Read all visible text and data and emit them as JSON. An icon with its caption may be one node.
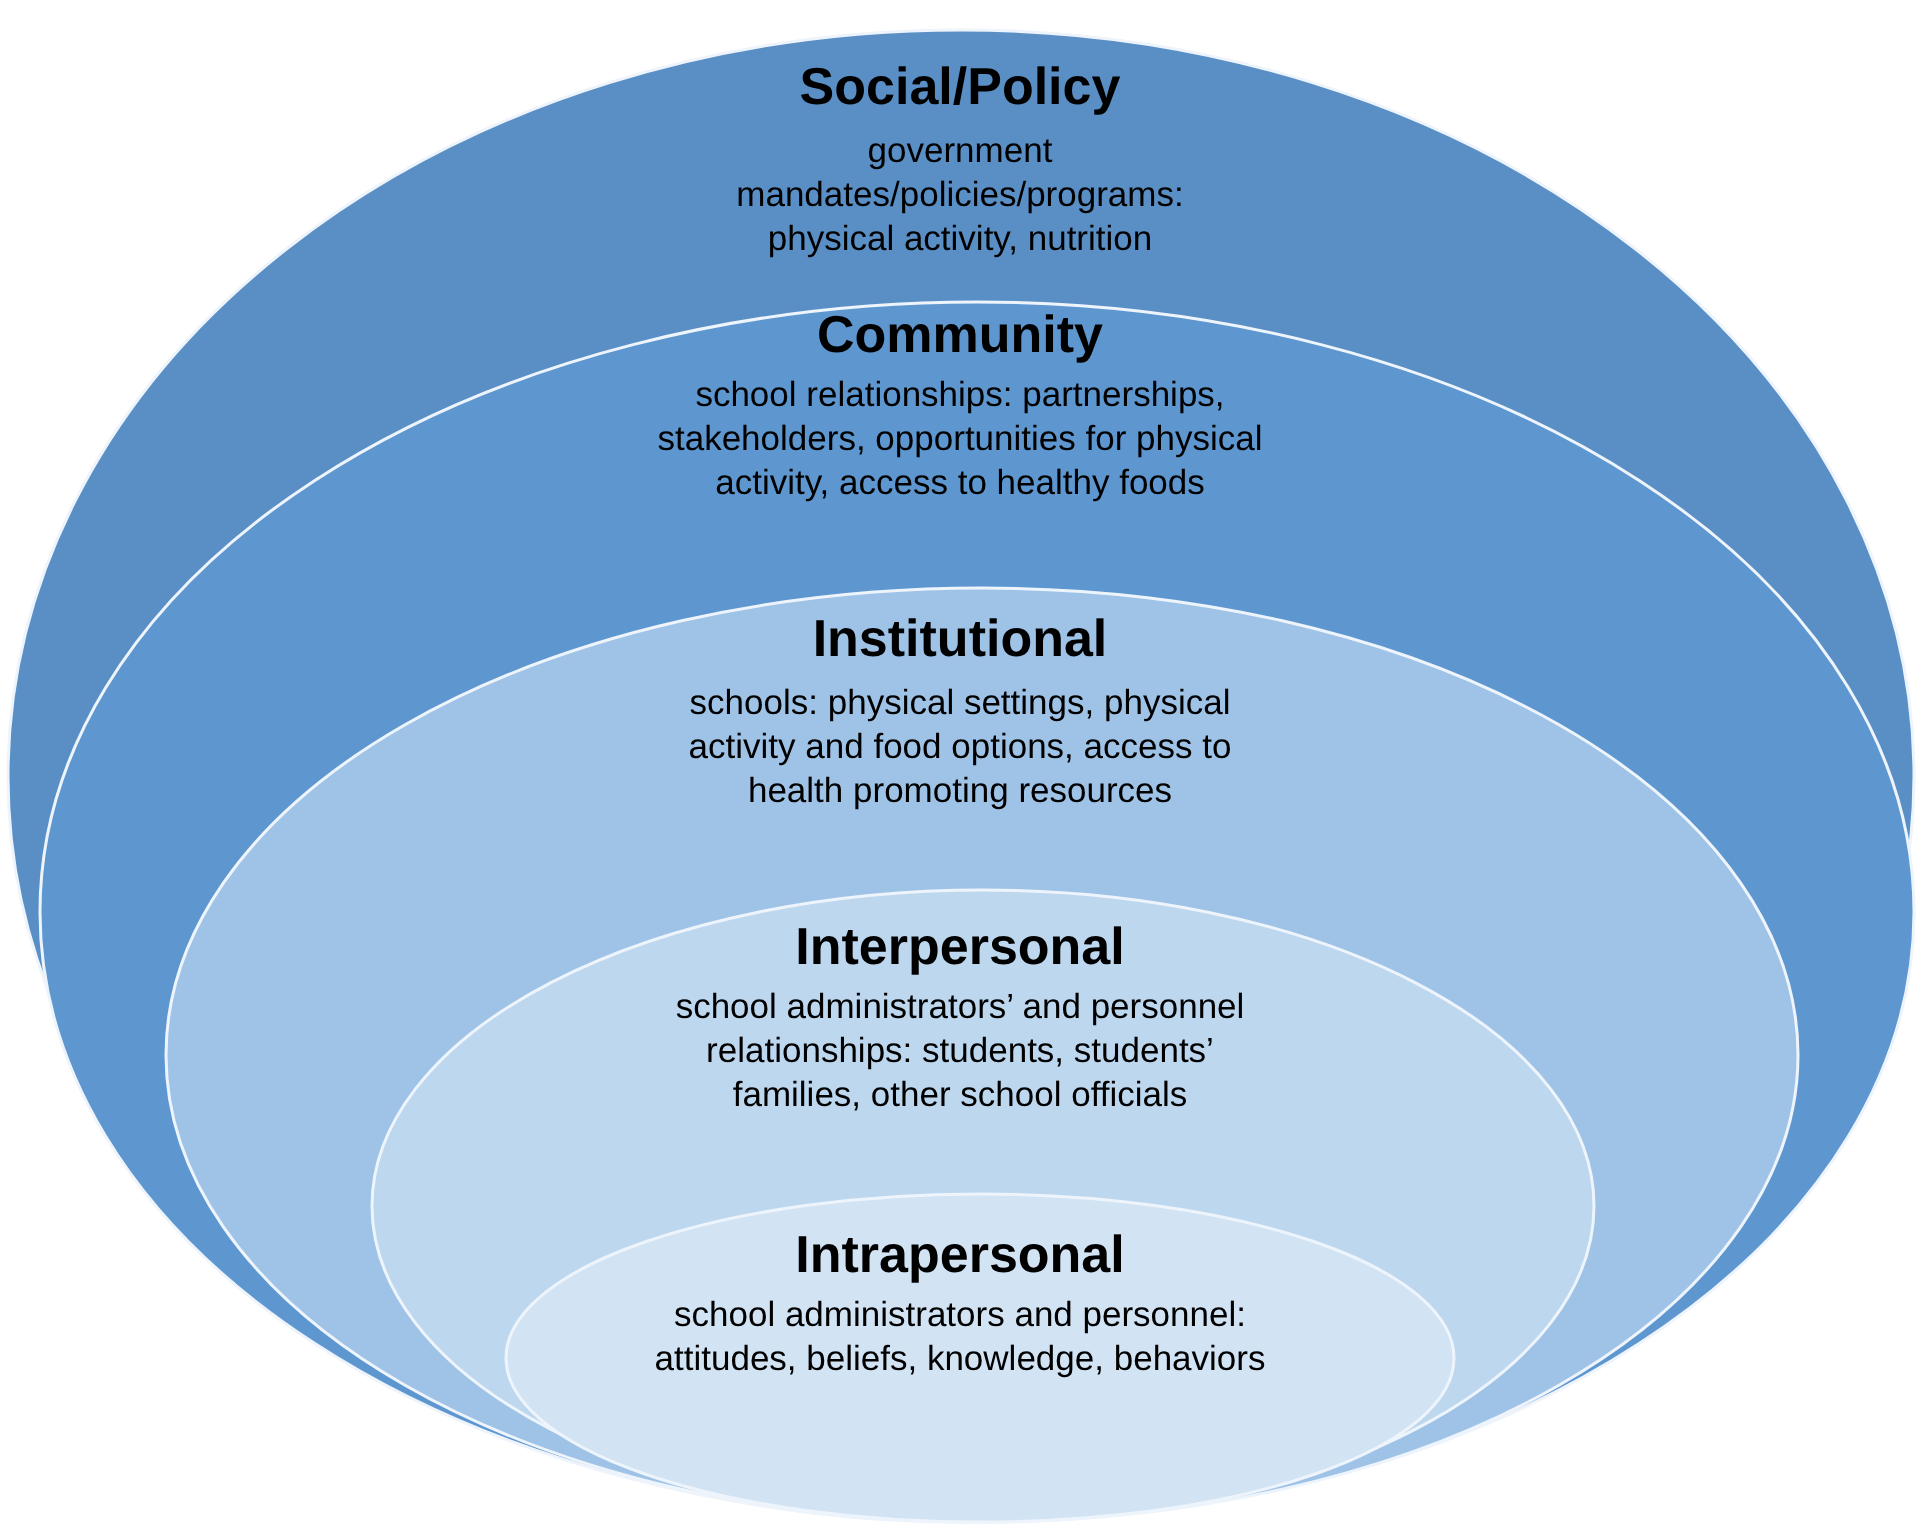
{
  "diagram": {
    "nodes": [
      {
        "text": [
          "Social/Policy",
          "government mandates/policies/programs: physical activity, nutrition"
        ]
      },
      {
        "text": [
          "Community",
          "school relationships: partnerships, stakeholders, opportunities for physical activity, access to healthy foods"
        ],
        "in": 0
      },
      {
        "text": [
          "Institutional",
          "schools: physical settings, physical activity and food options, access to health promoting resources"
        ],
        "in": 1
      },
      {
        "text": [
          "Interpersonal",
          "school administrators’ and personnel relationships: students, students’ families, other school officials"
        ],
        "in": 2
      },
      {
        "text": [
          "Intrapersonal",
          "school administrators and personnel: attitudes, beliefs, knowledge, behaviors"
        ],
        "in": 3
      }
    ],
    "edges": []
  }
}
